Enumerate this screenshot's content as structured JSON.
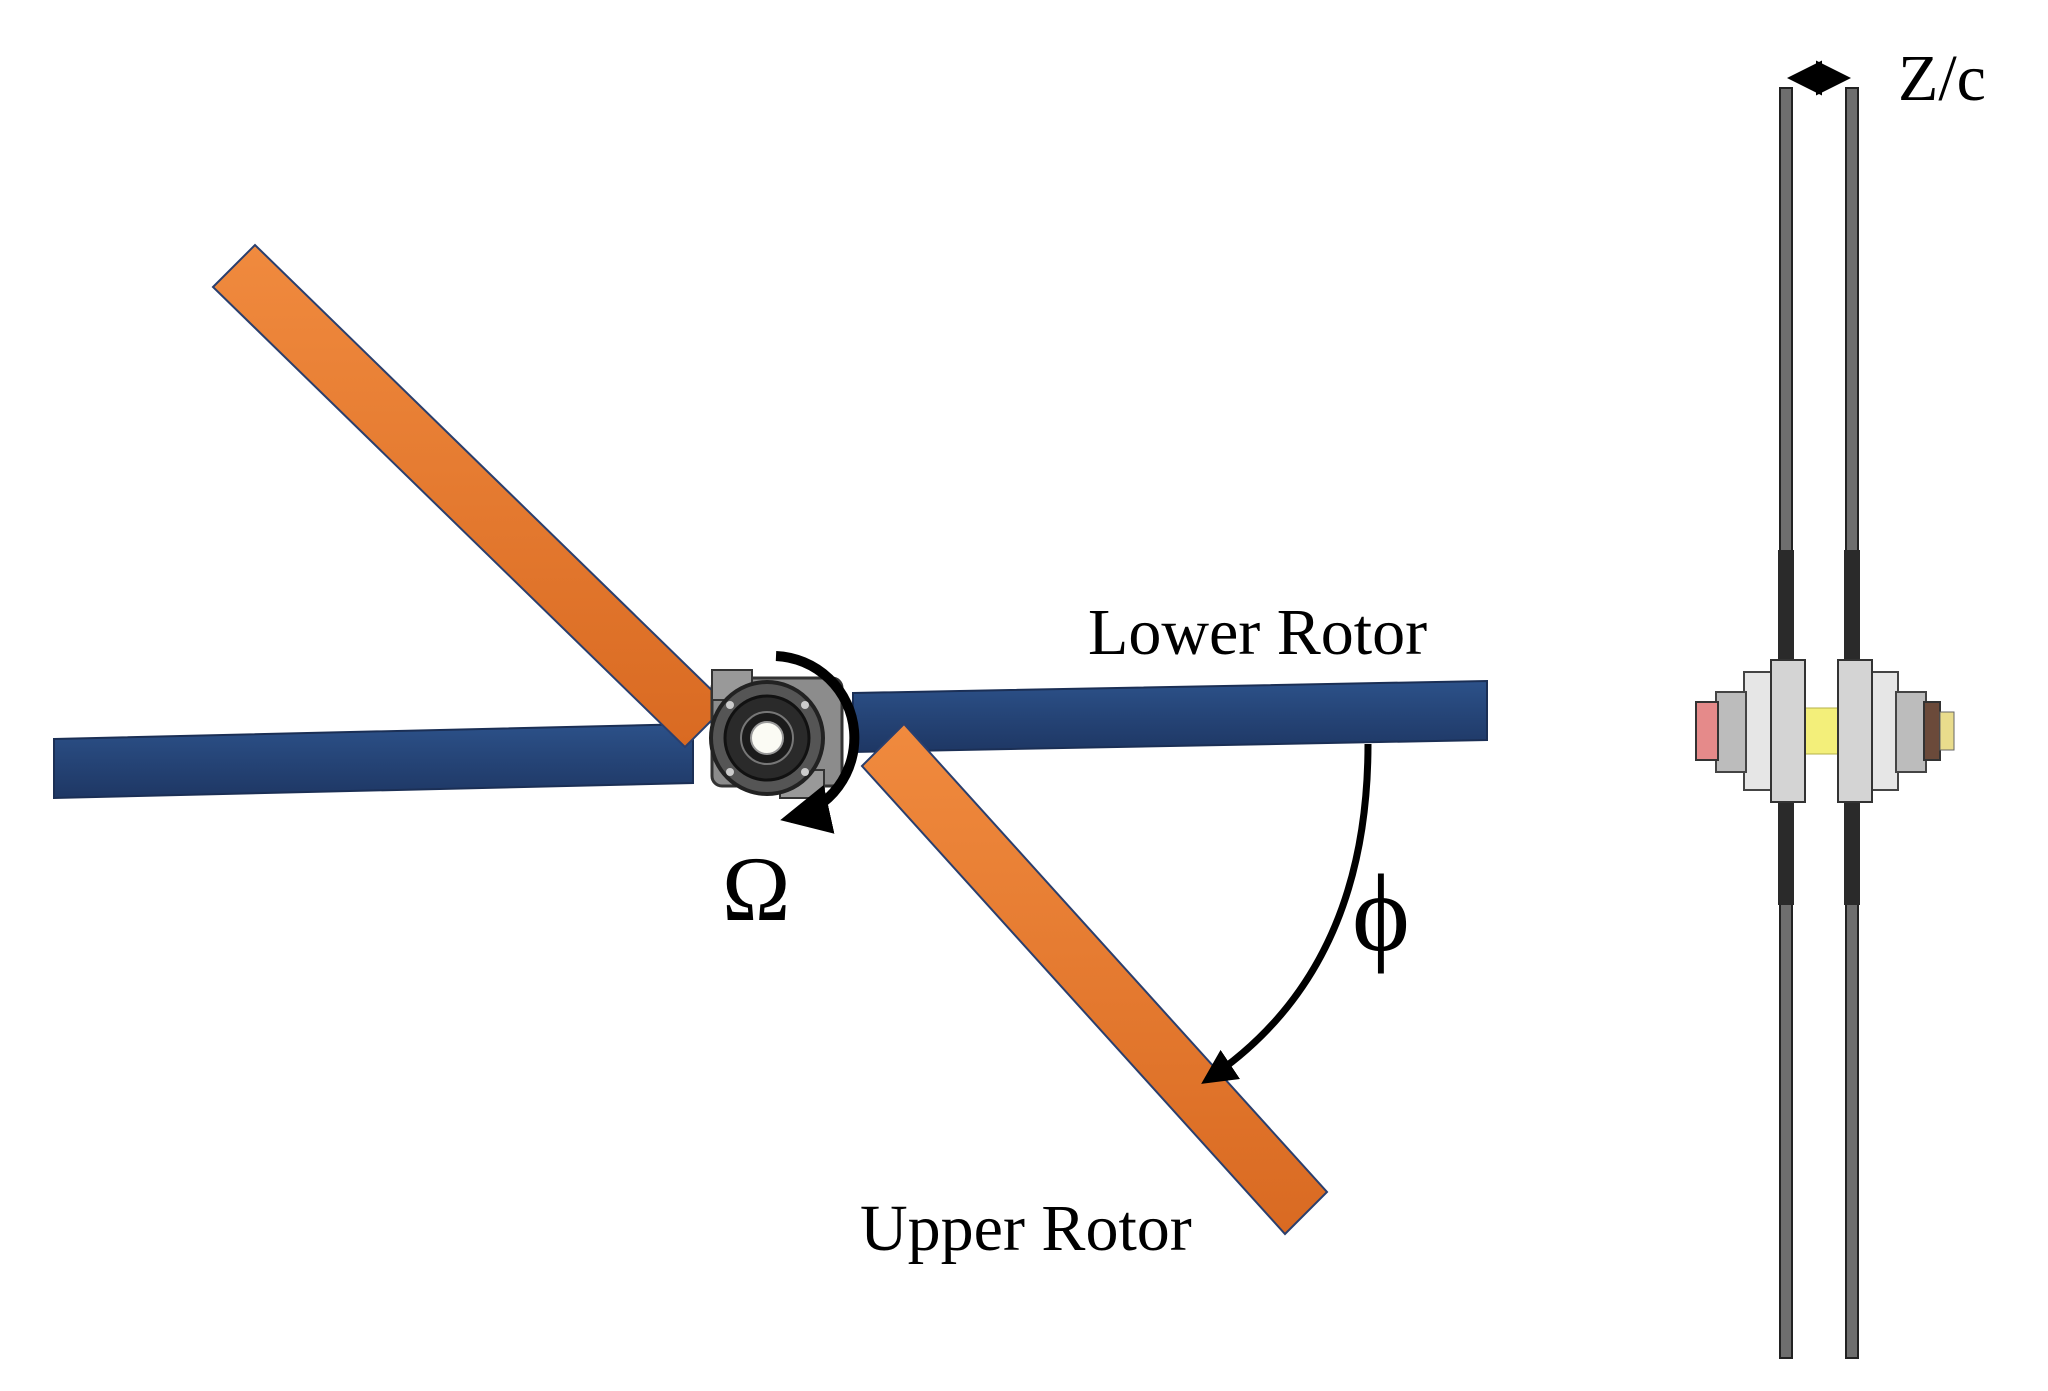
{
  "labels": {
    "lower_rotor": "Lower Rotor",
    "upper_rotor": "Upper Rotor",
    "omega": "Ω",
    "phi": "ϕ",
    "spacing": "Z/c"
  },
  "colors": {
    "lower_rotor": "#26457a",
    "upper_rotor": "#e8772e",
    "hub": "#3a3a3a",
    "shaft": "#f3ef7a",
    "arrow": "#000000"
  }
}
